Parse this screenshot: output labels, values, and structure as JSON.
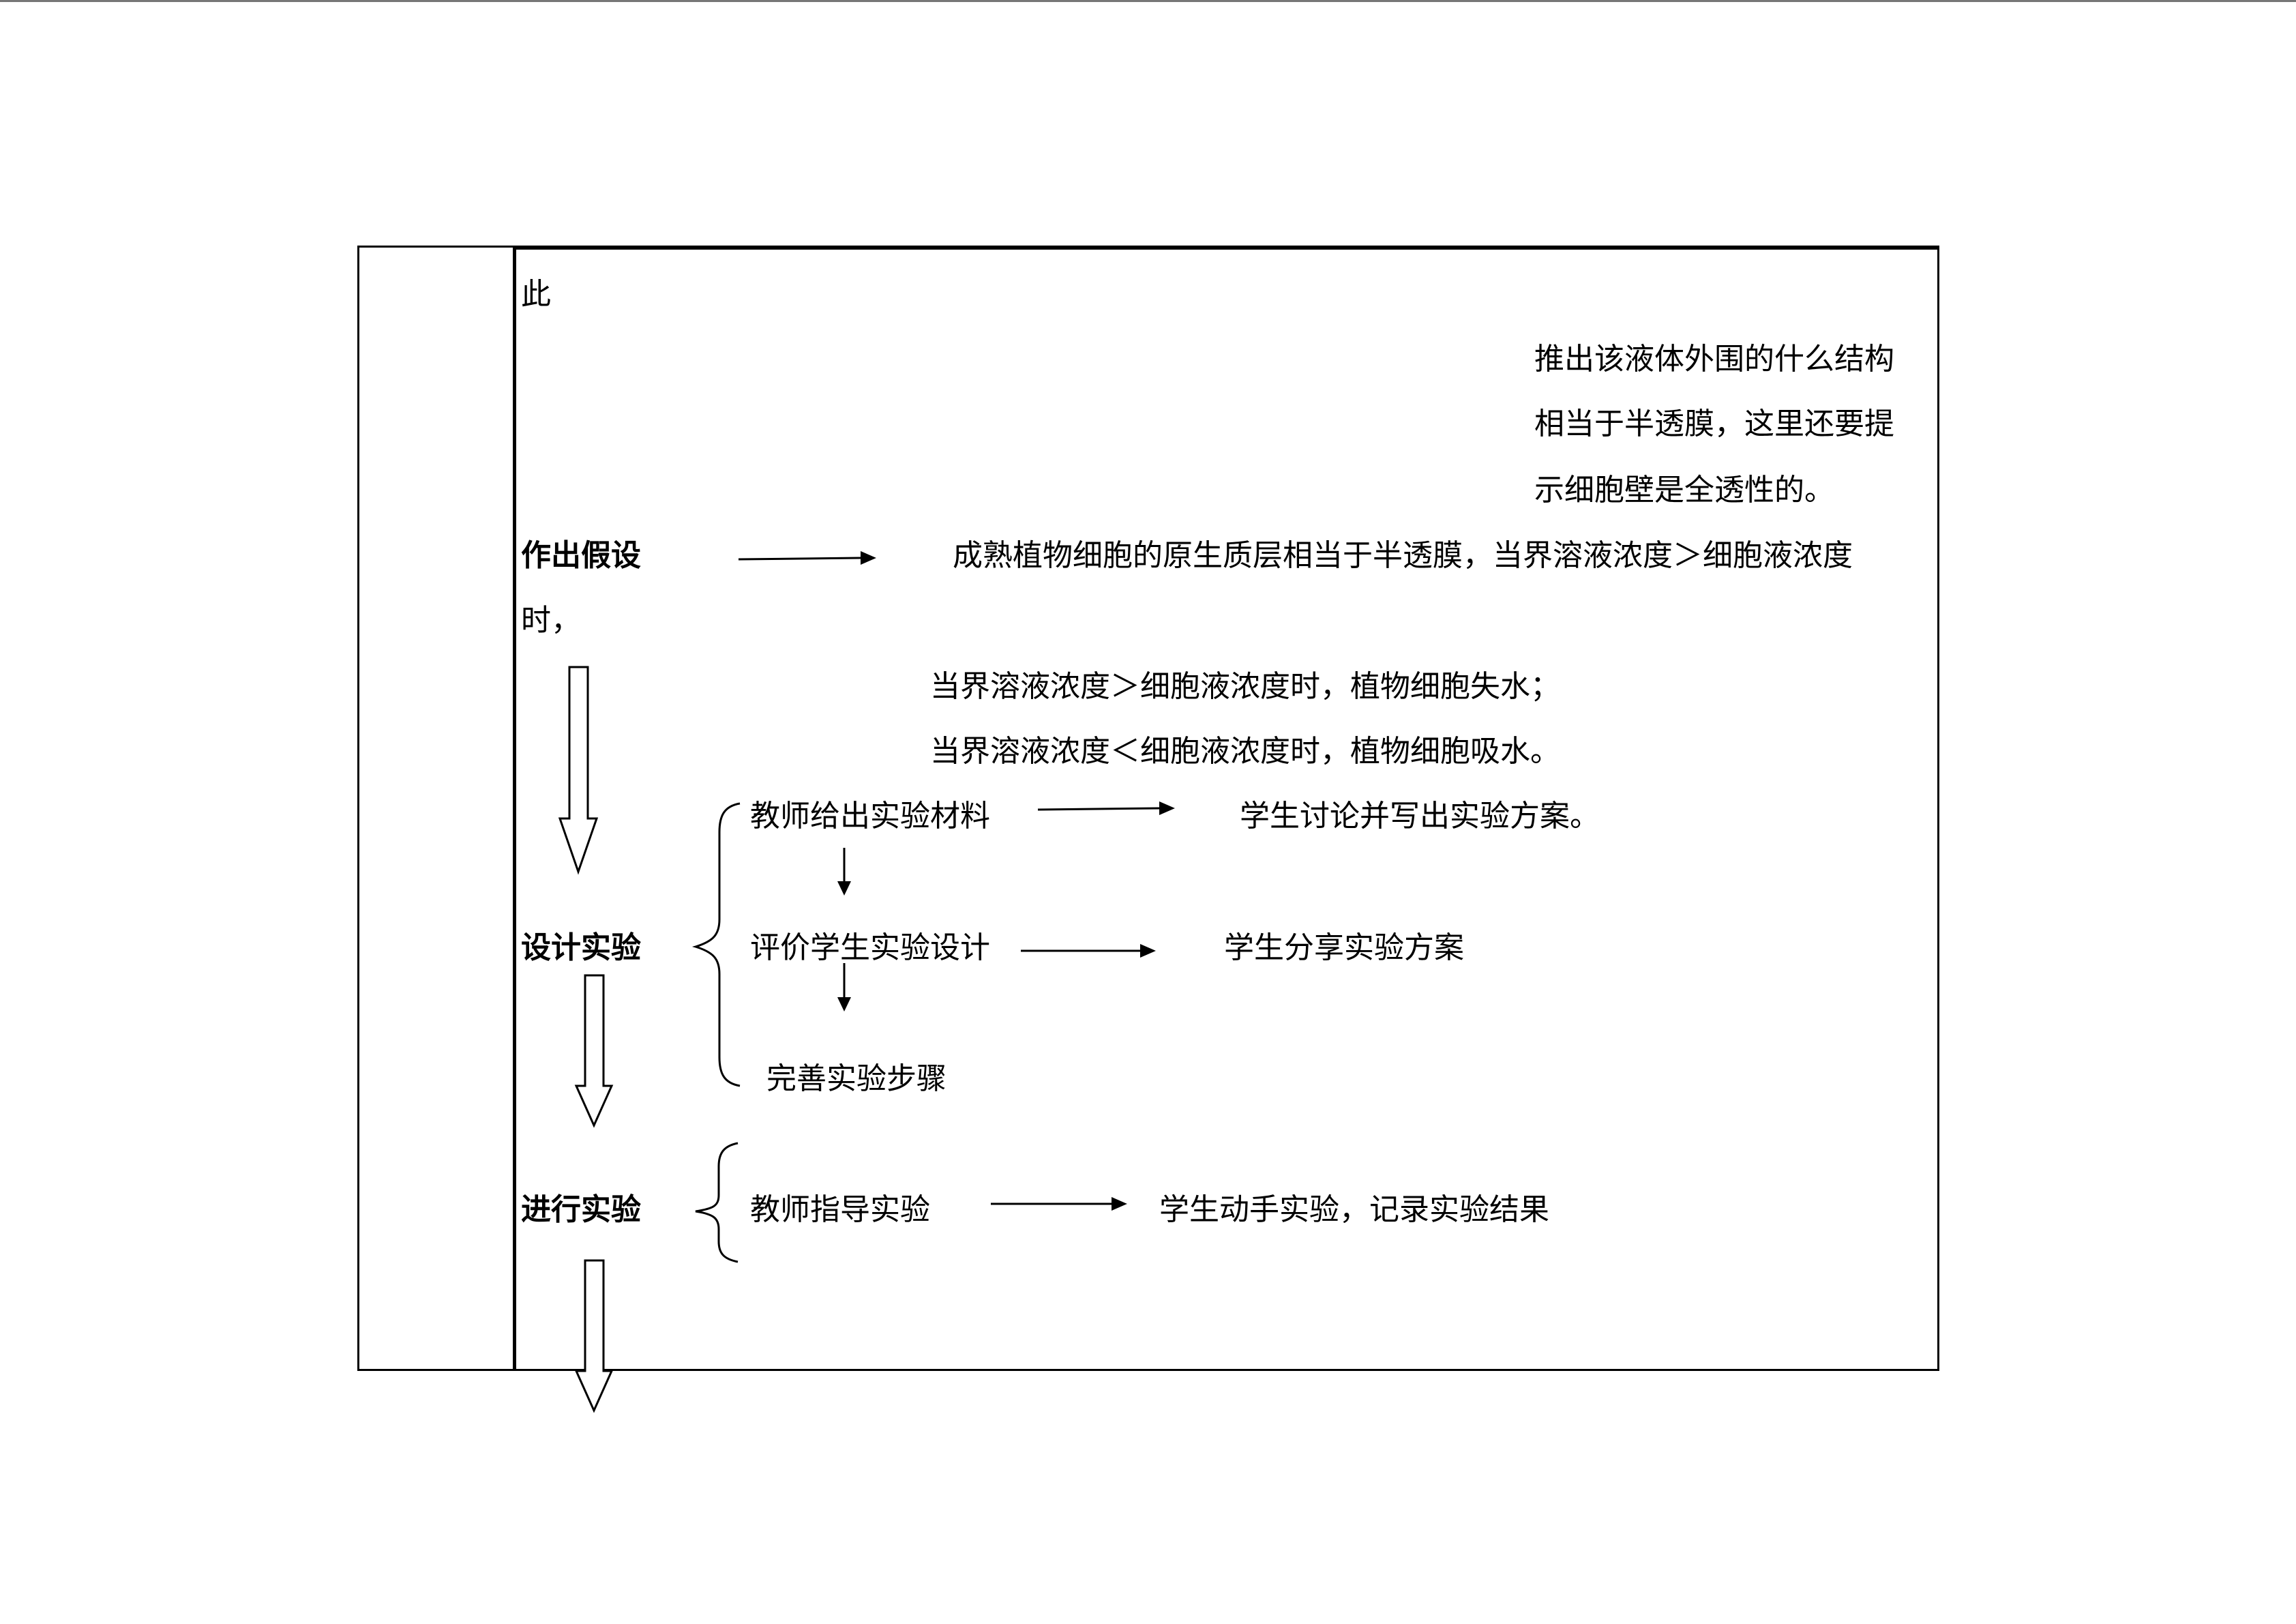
{
  "lesson": {
    "fragment_top": "此",
    "note_lines": [
      "推出该液体外围的什么结构",
      "相当于半透膜，这里还要提",
      "示细胞壁是全透性的。"
    ],
    "hypothesis": {
      "label": "作出假设",
      "statement": "成熟植物细胞的原生质层相当于半透膜，当界溶液浓度＞细胞液浓度",
      "statement_cont": "时，",
      "conclusion_1": "当界溶液浓度＞细胞液浓度时，植物细胞失水；",
      "conclusion_2": "当界溶液浓度＜细胞液浓度时，植物细胞吸水。"
    },
    "design": {
      "label": "设计实验",
      "teacher_materials": "教师给出实验材料",
      "student_plan": "学生讨论并写出实验方案。",
      "evaluate": "评价学生实验设计",
      "student_share": "学生分享实验方案",
      "refine": "完善实验步骤"
    },
    "conduct": {
      "label": "进行实验",
      "teacher_guide": "教师指导实验",
      "student_do": "学生动手实验，记录实验结果"
    }
  }
}
